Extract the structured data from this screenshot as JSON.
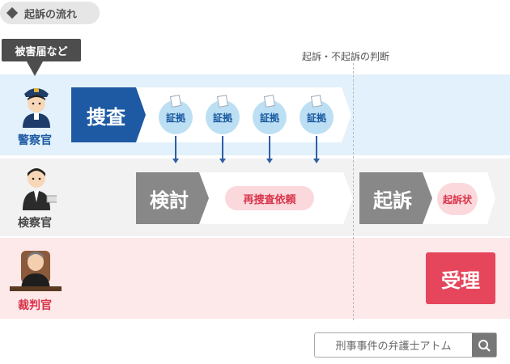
{
  "header": {
    "tag": "起訴の流れ",
    "judgement_label": "起訴・不起訴の判断"
  },
  "trigger": {
    "label": "被害届など"
  },
  "roles": {
    "police": "警察官",
    "prosecutor": "検察官",
    "judge": "裁判官"
  },
  "stages": {
    "investigation": "捜査",
    "evidence": [
      "証拠",
      "証拠",
      "証拠",
      "証拠"
    ],
    "review": "検討",
    "reinvestigation": "再捜査依頼",
    "indictment": "起訴",
    "indictment_doc": "起訴状",
    "acceptance": "受理"
  },
  "search": {
    "text": "刑事事件の弁護士アトム"
  },
  "colors": {
    "police_lane": "#e2f1fb",
    "prosecutor_lane": "#f2f2f2",
    "judge_lane": "#fde8ea",
    "investigation": "#1d5aa3",
    "review": "#888888",
    "accept": "#e5465c"
  }
}
